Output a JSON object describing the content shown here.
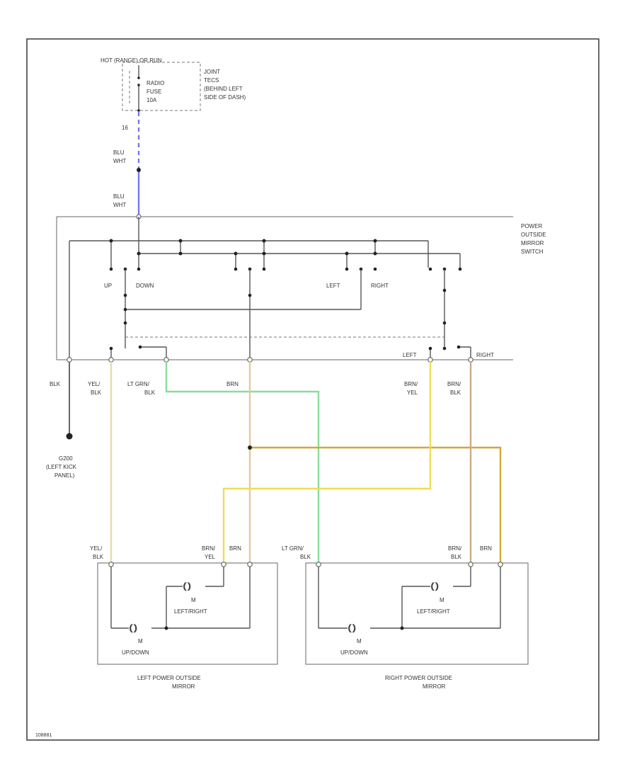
{
  "fuse": {
    "line1": "HOT (RANGE) OR RUN",
    "name": "RADIO",
    "kind": "FUSE",
    "amps": "10A",
    "wire_num": "16"
  },
  "fuse_block": {
    "line1": "JOINT",
    "line2": "TECS",
    "line3": "(BEHIND LEFT",
    "line4": "SIDE OF DASH)"
  },
  "wire_labels": {
    "blu_1": "BLU",
    "blu_1b": "WHT",
    "blu_2": "BLU",
    "blu_2b": "WHT"
  },
  "switch": {
    "title1": "POWER",
    "title2": "OUTSIDE",
    "title3": "MIRROR",
    "title4": "SWITCH",
    "up": "UP",
    "down": "DOWN",
    "left": "LEFT",
    "right": "RIGHT",
    "left_sel": "LEFT",
    "right_sel": "RIGHT"
  },
  "harness": {
    "w1": "BLK",
    "w2a": "YEL/",
    "w2b": "BLK",
    "w3a": "LT GRN/",
    "w3b": "BLK",
    "w4": "BRN",
    "w5a": "BRN/",
    "w5b": "YEL",
    "w6a": "BRN/",
    "w6b": "BLK"
  },
  "ground": {
    "line1": "G200",
    "line2": "(LEFT KICK",
    "line3": "PANEL)"
  },
  "left_mirror": {
    "w1a": "YEL/",
    "w1b": "BLK",
    "w2a": "BRN/",
    "w2b": "YEL",
    "w3": "BRN",
    "motor1": "LEFT/RIGHT",
    "motor2": "UP/DOWN",
    "m": "M",
    "title1": "LEFT POWER OUTSIDE",
    "title2": "MIRROR"
  },
  "right_mirror": {
    "w1a": "LT GRN/",
    "w1b": "BLK",
    "w2a": "BRN/",
    "w2b": "BLK",
    "w3": "BRN",
    "motor1": "LEFT/RIGHT",
    "motor2": "UP/DOWN",
    "m": "M",
    "title1": "RIGHT POWER OUTSIDE",
    "title2": "MIRROR"
  },
  "colors": {
    "blue": "#7777ee",
    "green": "#88dd99",
    "yellow": "#eedd55",
    "pale_yellow": "#e4dfa0",
    "orange": "#e8c99a",
    "brown_yellow": "#d4a838",
    "olive": "#c8ae84"
  },
  "footer": {
    "code": "108881"
  }
}
